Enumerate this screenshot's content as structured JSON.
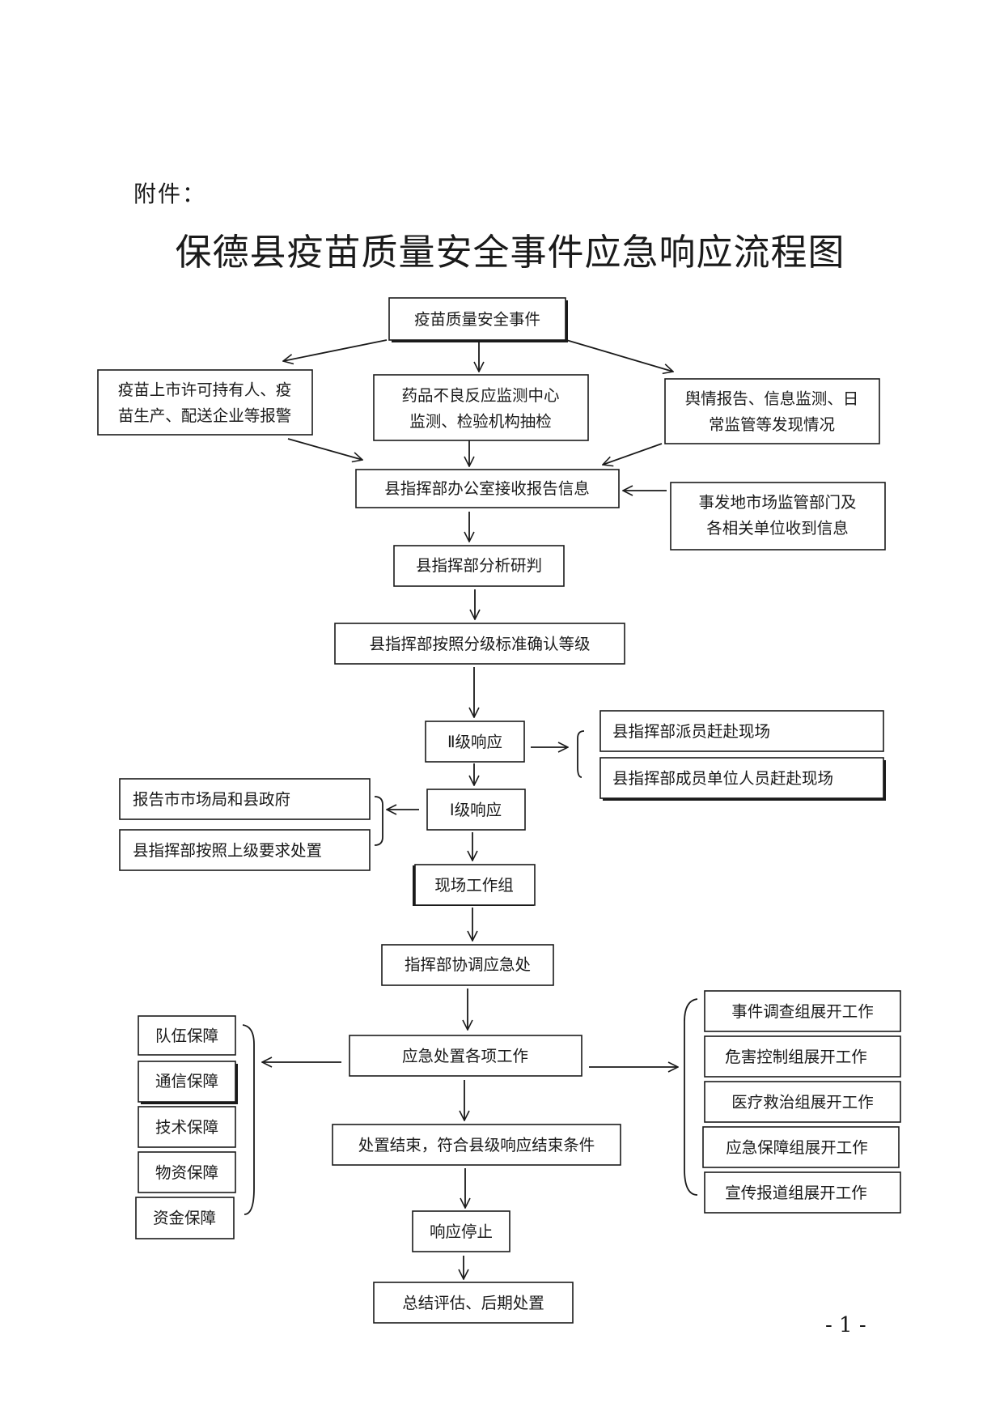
{
  "page": {
    "heading": "附件：",
    "title": "保德县疫苗质量安全事件应急响应流程图",
    "page_number": "- 1 -"
  },
  "flow": {
    "event": "疫苗质量安全事件",
    "sources": {
      "enterprise_report": [
        "疫苗上市许可持有人、疫",
        "苗生产、配送企业等报警"
      ],
      "adr_monitoring": [
        "药品不良反应监测中心",
        "监测、检验机构抽检"
      ],
      "public_opinion": [
        "舆情报告、信息监测、日",
        "常监管等发现情况"
      ]
    },
    "local_units_received": [
      "事发地市场监管部门及",
      "各相关单位收到信息"
    ],
    "office_receives": "县指挥部办公室接收报告信息",
    "analysis": "县指挥部分析研判",
    "grade_confirm": "县指挥部按照分级标准确认等级",
    "level2_response": "Ⅱ级响应",
    "level2_actions": [
      "县指挥部派员赶赴现场",
      "县指挥部成员单位人员赶赴现场"
    ],
    "level1_response": "Ⅰ级响应",
    "level1_actions": [
      "报告市市场局和县政府",
      "县指挥部按照上级要求处置"
    ],
    "onsite_group": "现场工作组",
    "coordination": "指挥部协调应急处",
    "emergency_work": "应急处置各项工作",
    "guarantees": [
      "队伍保障",
      "通信保障",
      "技术保障",
      "物资保障",
      "资金保障"
    ],
    "working_groups": [
      "事件调查组展开工作",
      "危害控制组展开工作",
      "医疗救治组展开工作",
      "应急保障组展开工作",
      "宣传报道组展开工作"
    ],
    "disposal_end": "处置结束，符合县级响应结束条件",
    "response_stop": "响应停止",
    "summary": "总结评估、后期处置"
  }
}
